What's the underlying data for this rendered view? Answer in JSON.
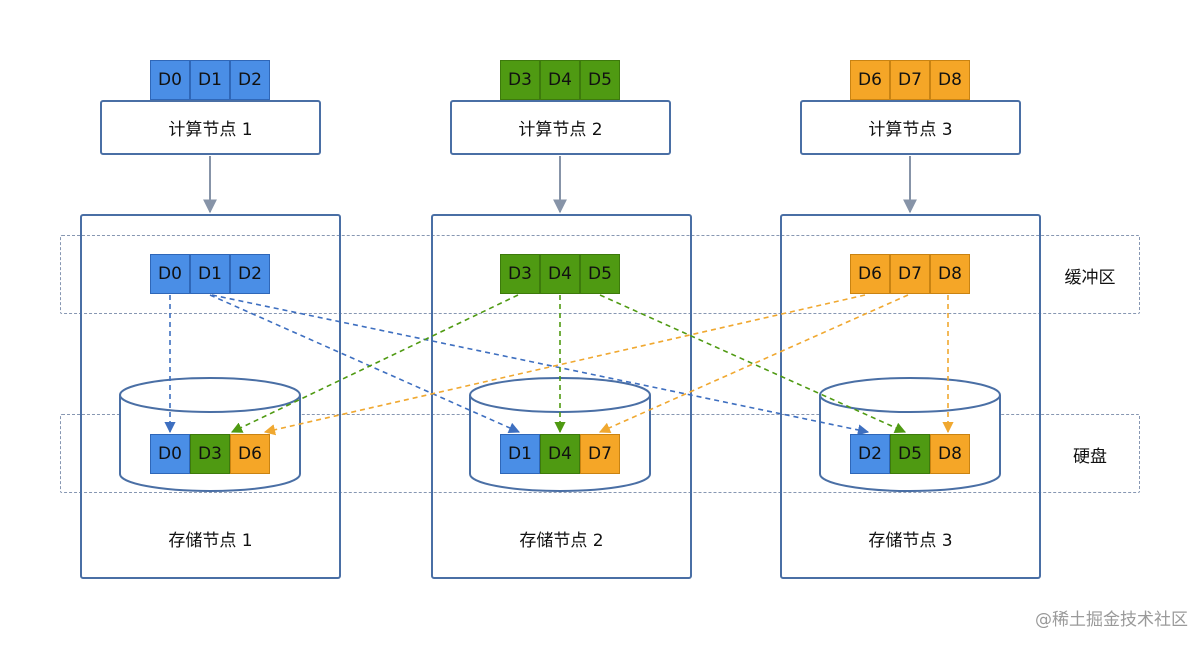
{
  "colors": {
    "blue": "#4a8ee6",
    "blue_border": "#2f67b8",
    "green": "#4f9a12",
    "green_border": "#3d7a0c",
    "orange": "#f5a627",
    "orange_border": "#c98312",
    "node_border": "#4a6fa5",
    "line_blue": "#3e6fc0",
    "line_green": "#4f9a12",
    "line_orange": "#f0a830",
    "arrow_gray": "#8794a8"
  },
  "compute_nodes": [
    {
      "label": "计算节点 1",
      "blocks": [
        {
          "text": "D0",
          "color": "blue"
        },
        {
          "text": "D1",
          "color": "blue"
        },
        {
          "text": "D2",
          "color": "blue"
        }
      ]
    },
    {
      "label": "计算节点 2",
      "blocks": [
        {
          "text": "D3",
          "color": "green"
        },
        {
          "text": "D4",
          "color": "green"
        },
        {
          "text": "D5",
          "color": "green"
        }
      ]
    },
    {
      "label": "计算节点 3",
      "blocks": [
        {
          "text": "D6",
          "color": "orange"
        },
        {
          "text": "D7",
          "color": "orange"
        },
        {
          "text": "D8",
          "color": "orange"
        }
      ]
    }
  ],
  "buffer_blocks": [
    [
      {
        "text": "D0",
        "color": "blue"
      },
      {
        "text": "D1",
        "color": "blue"
      },
      {
        "text": "D2",
        "color": "blue"
      }
    ],
    [
      {
        "text": "D3",
        "color": "green"
      },
      {
        "text": "D4",
        "color": "green"
      },
      {
        "text": "D5",
        "color": "green"
      }
    ],
    [
      {
        "text": "D6",
        "color": "orange"
      },
      {
        "text": "D7",
        "color": "orange"
      },
      {
        "text": "D8",
        "color": "orange"
      }
    ]
  ],
  "disk_blocks": [
    [
      {
        "text": "D0",
        "color": "blue"
      },
      {
        "text": "D3",
        "color": "green"
      },
      {
        "text": "D6",
        "color": "orange"
      }
    ],
    [
      {
        "text": "D1",
        "color": "blue"
      },
      {
        "text": "D4",
        "color": "green"
      },
      {
        "text": "D7",
        "color": "orange"
      }
    ],
    [
      {
        "text": "D2",
        "color": "blue"
      },
      {
        "text": "D5",
        "color": "green"
      },
      {
        "text": "D8",
        "color": "orange"
      }
    ]
  ],
  "storage_nodes": [
    {
      "label": "存储节点 1"
    },
    {
      "label": "存储节点 2"
    },
    {
      "label": "存储节点 3"
    }
  ],
  "regions": {
    "buffer_label": "缓冲区",
    "disk_label": "硬盘"
  },
  "watermark": "@稀土掘金技术社区"
}
